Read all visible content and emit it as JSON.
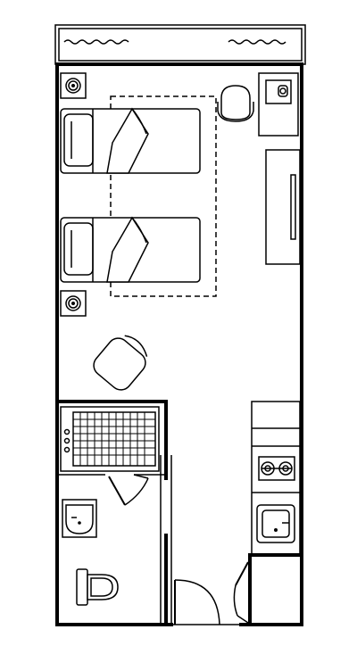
{
  "plan": {
    "background": "#ffffff",
    "line_color": "#000000",
    "rooms": [
      "bedroom",
      "bathroom",
      "kitchenette",
      "balcony"
    ],
    "furniture": {
      "beds": 2,
      "bedside_tables": 2,
      "chairs": 1,
      "toilet": 1,
      "washbasins": 1,
      "bathtubs": 1,
      "hob_burners": 2,
      "doors": 3
    }
  }
}
